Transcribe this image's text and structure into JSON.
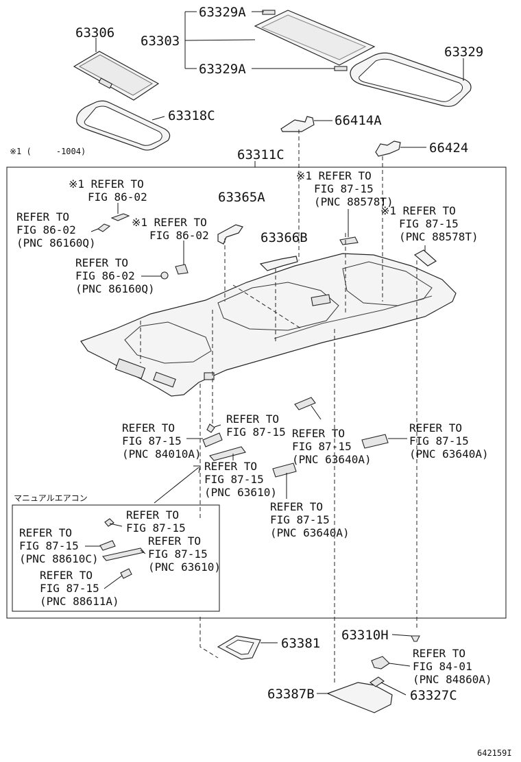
{
  "parts": {
    "p63306": "63306",
    "p63303": "63303",
    "p63329A_top": "63329A",
    "p63329A_bot": "63329A",
    "p63329": "63329",
    "p63318C": "63318C",
    "p66414A": "66414A",
    "p66424": "66424",
    "p63311C": "63311C",
    "p63365A": "63365A",
    "p63366B": "63366B",
    "p63381": "63381",
    "p63310H": "63310H",
    "p63387B": "63387B",
    "p63327C": "63327C"
  },
  "note_top": "※1 (     -1004)",
  "inset_title": "マニュアルエアコン",
  "image_code": "642159I",
  "refs": {
    "r1": [
      "※1 REFER TO",
      "FIG 86-02"
    ],
    "r2": [
      "REFER TO",
      "FIG 86-02",
      "(PNC 86160Q)"
    ],
    "r3": [
      "※1 REFER TO",
      "FIG 86-02"
    ],
    "r4": [
      "REFER TO",
      "FIG 86-02",
      "(PNC 86160Q)"
    ],
    "r5": [
      "※1 REFER TO",
      "FIG 87-15",
      "(PNC 88578T)"
    ],
    "r6": [
      "※1 REFER TO",
      "FIG 87-15",
      "(PNC 88578T)"
    ],
    "r7": [
      "REFER TO",
      "FIG 87-15",
      "(PNC 84010A)"
    ],
    "r8": [
      "REFER TO",
      "FIG 87-15"
    ],
    "r9": [
      "REFER TO",
      "FIG 87-15",
      "(PNC 63640A)"
    ],
    "r10": [
      "REFER TO",
      "FIG 87-15",
      "(PNC 63640A)"
    ],
    "r11": [
      "REFER TO",
      "FIG 87-15",
      "(PNC 63610)"
    ],
    "r12": [
      "REFER TO",
      "FIG 87-15",
      "(PNC 63640A)"
    ],
    "r13": [
      "REFER TO",
      "FIG 87-15"
    ],
    "r14": [
      "REFER TO",
      "FIG 87-15",
      "(PNC 88610C)"
    ],
    "r15": [
      "REFER TO",
      "FIG 87-15",
      "(PNC 63610)"
    ],
    "r16": [
      "REFER TO",
      "FIG 87-15",
      "(PNC 88611A)"
    ],
    "r17": [
      "REFER TO",
      "FIG 84-01",
      "(PNC 84860A)"
    ]
  }
}
